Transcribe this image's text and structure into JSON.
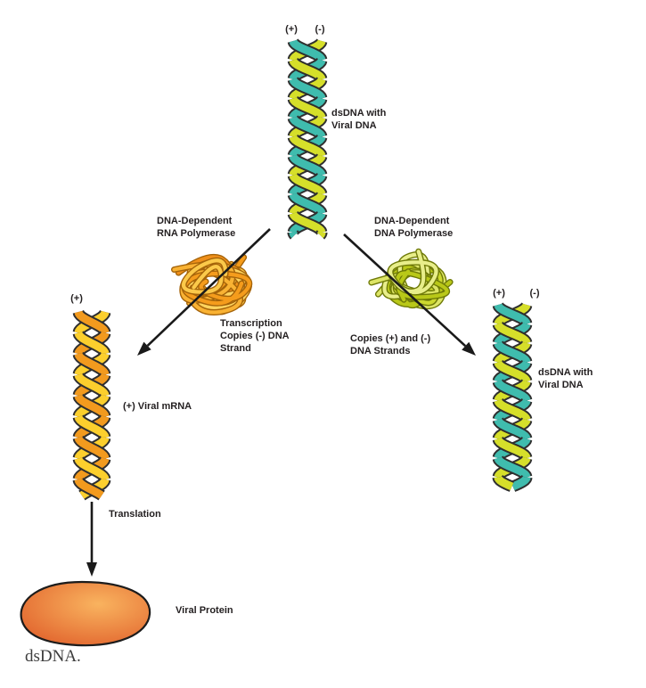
{
  "diagram": {
    "top_helix": {
      "plus": "(+)",
      "minus": "(-)",
      "caption_line1": "dsDNA with",
      "caption_line2": "Viral DNA"
    },
    "left_branch": {
      "enzyme_line1": "DNA-Dependent",
      "enzyme_line2": "RNA Polymerase",
      "process_line1": "Transcription",
      "process_line2": "Copies (-) DNA",
      "process_line3": "Strand"
    },
    "right_branch": {
      "enzyme_line1": "DNA-Dependent",
      "enzyme_line2": "DNA Polymerase",
      "process_line1": "Copies (+) and (-)",
      "process_line2": "DNA Strands"
    },
    "mrna_helix": {
      "plus": "(+)",
      "caption": "(+) Viral mRNA"
    },
    "right_helix": {
      "plus": "(+)",
      "minus": "(-)",
      "caption_line1": "dsDNA with",
      "caption_line2": "Viral DNA"
    },
    "translation_label": "Translation",
    "protein_label": "Viral Protein",
    "footer_caption": "dsDNA."
  },
  "colors": {
    "strand_green": "#d6df2a",
    "strand_teal": "#3fbcae",
    "strand_outline": "#2f2f2f",
    "mrna_front": "#fccf2d",
    "mrna_back": "#f29a1e",
    "rna_pol_fills": [
      "#f9b233",
      "#f59c1c",
      "#fbc94a",
      "#ef8f1a",
      "#fdd35e"
    ],
    "rna_pol_outline": "#a5640a",
    "dna_pol_fills": [
      "#cdd92f",
      "#dde566",
      "#b9c818",
      "#e8ee8a"
    ],
    "dna_pol_outline": "#6f7a08",
    "arrow": "#1a1a1a",
    "protein_light": "#f9b35f",
    "protein_dark": "#e05f2a",
    "protein_outline": "#1c1c1c",
    "text": "#231f20"
  }
}
